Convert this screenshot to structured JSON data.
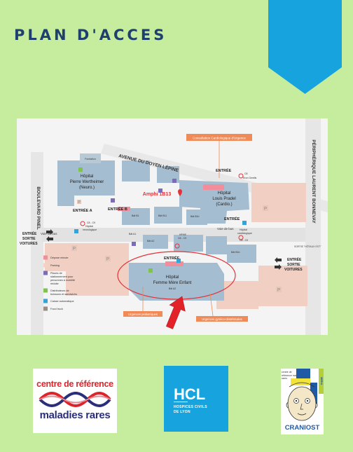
{
  "page": {
    "title": "PLAN D'ACCES",
    "colors": {
      "background": "#c6ec9e",
      "title": "#1f3f6e",
      "ribbon": "#17a4de"
    }
  },
  "map": {
    "streets": {
      "avenue": "AVENUE DU DOYEN LÉPINE",
      "boulevard": "BOULEVARD PINEL",
      "peripherique": "PÉRIPHÉRIQUE LAURENT BONNEVAY"
    },
    "callouts": {
      "consultation": "Consultation Cardiologique d'Urgence",
      "urgences_pediatriques": "Urgences pédiatriques",
      "urgences_gyneco": "Urgences gynéco-obstétricales"
    },
    "buildings": {
      "wertheimer_1": "Hôpital",
      "wertheimer_2": "Pierre Wertheimer",
      "wertheimer_3": "(Neuro.)",
      "fondation": "Fondation",
      "prodel_1": "Hôpital",
      "prodel_2": "Louis Pradel",
      "prodel_3": "(Cardio.)",
      "hfme_1": "Hôpital",
      "hfme_2": "Femme Mère Enfant",
      "hfme_bat": "Bât A2",
      "amphi": "Amphi 1B13"
    },
    "entries": {
      "entree_top": "ENTRÉE",
      "entree_a": "ENTRÉE A",
      "entree_b": "ENTRÉE B",
      "entree_right": "ENTRÉE",
      "entree_hfme": "ENTRÉE",
      "sortie_left_1": "ENTRÉE",
      "sortie_left_2": "SORTIE",
      "sortie_left_3": "VOITURES",
      "sortie_right_1": "ENTRÉE",
      "sortie_right_2": "SORTIE",
      "sortie_right_3": "VOITURES",
      "sortie_hotaux": "SORTIE \"HÔTAUX EST\""
    },
    "small_labels": {
      "voie_bus_left": "Voie de bus",
      "voie_bus_right": "Voie de bus",
      "c8c9_top": "C8",
      "eron": "Eron Gentils",
      "neuro_stop_1": "C8 - C9",
      "neuro_stop_2": "Hôpital",
      "neuro_stop_3": "neurologique",
      "hfme_stop_1": "HFME",
      "hfme_stop_2": "C8 - C9",
      "cardio_stop_1": "Hôpital",
      "cardio_stop_2": "cardiologique",
      "cardio_stop_3": "C8 - C9",
      "bat_1": "Bât B1",
      "bat_2": "Bât B11",
      "bat_3": "Bât B1b",
      "bat_4": "Bât A2",
      "bat_5": "Bât A1",
      "bat_6": "Bât B1b"
    },
    "legend": [
      {
        "label": "Dépose minute",
        "icon": "drop-off-icon",
        "color": "#f28d9c"
      },
      {
        "label": "Parking",
        "icon": "parking-icon",
        "color": "#f3d1c3"
      },
      {
        "label": "Places de stationnement pour personnes à mobilité réduite",
        "icon": "accessible-parking-icon",
        "color": "#7b6bb8"
      },
      {
        "label": "Distributeurs de boissons et sandwichs",
        "icon": "vending-icon",
        "color": "#7fc34a"
      },
      {
        "label": "Caisse automatique",
        "icon": "payment-icon",
        "color": "#34a4d8"
      },
      {
        "label": "Food truck",
        "icon": "food-truck-icon",
        "color": "#9a8f86"
      }
    ],
    "colors": {
      "callout": "#f08a56",
      "highlight": "#e33238",
      "arrow": "#e32128",
      "building": "#a5bdd0",
      "road": "#ececec"
    }
  },
  "logos": {
    "crm": {
      "line1": "centre de référence",
      "line2": "maladies rares"
    },
    "hcl": {
      "main": "HCL",
      "sub1": "HOSPICES CIVILS",
      "sub2": "DE LYON"
    },
    "craniost": {
      "small": "centre de référence maladies rares",
      "name": "CRANIOST",
      "side": "MIRIA"
    }
  }
}
